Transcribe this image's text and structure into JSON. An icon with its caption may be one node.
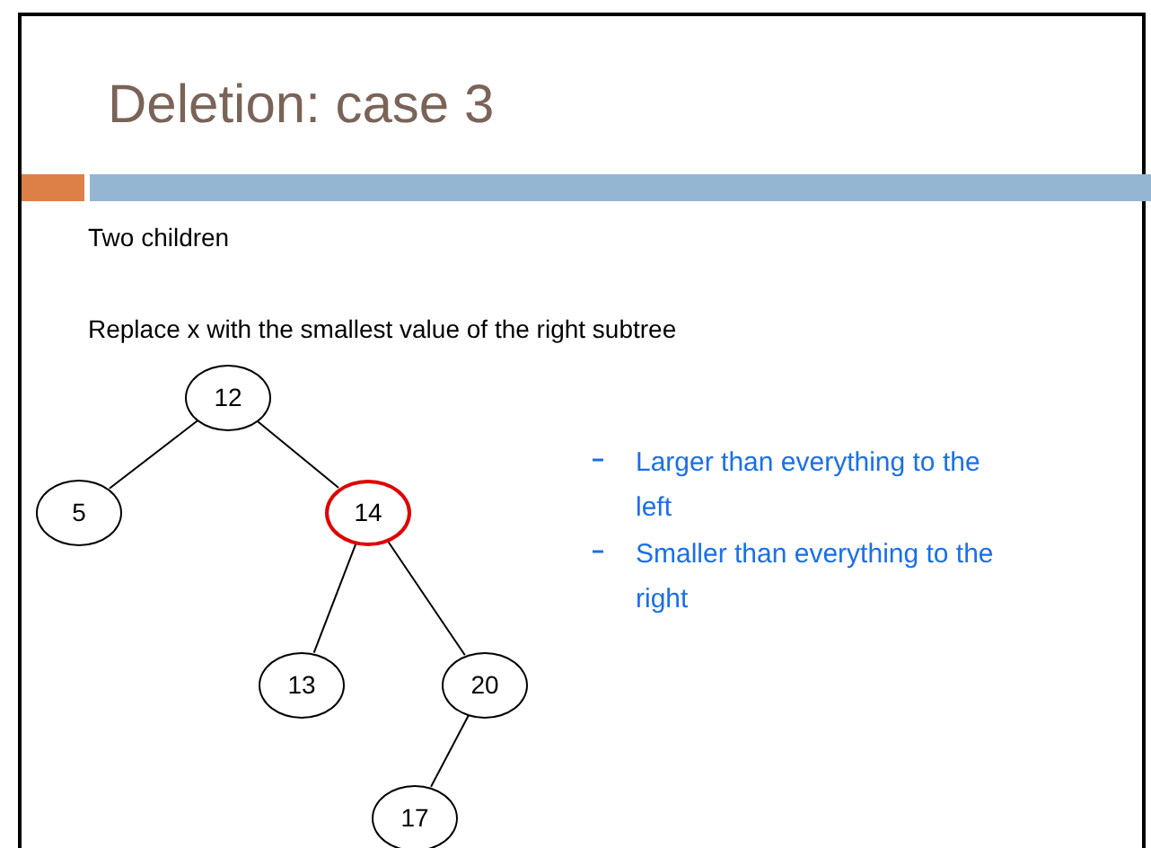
{
  "diagram": {
    "title": "Deletion: case 3",
    "nodes": [
      {
        "text": [
          "12"
        ]
      },
      {
        "text": [
          "5"
        ]
      },
      {
        "text": [
          "14"
        ]
      },
      {
        "text": [
          "13"
        ]
      },
      {
        "text": [
          "20"
        ]
      },
      {
        "text": [
          "17"
        ]
      }
    ],
    "edges": [
      {
        "from": 0,
        "to": 1,
        "arrow": "none"
      },
      {
        "from": 0,
        "to": 2,
        "arrow": "none"
      },
      {
        "from": 2,
        "to": 3,
        "arrow": "none"
      },
      {
        "from": 2,
        "to": 4,
        "arrow": "none"
      },
      {
        "from": 4,
        "to": 5,
        "arrow": "none"
      }
    ],
    "labels": [
      "Two children",
      "Replace x with the smallest value of the right subtree",
      "Larger than everything to the left",
      "Smaller than everything to the right"
    ]
  }
}
